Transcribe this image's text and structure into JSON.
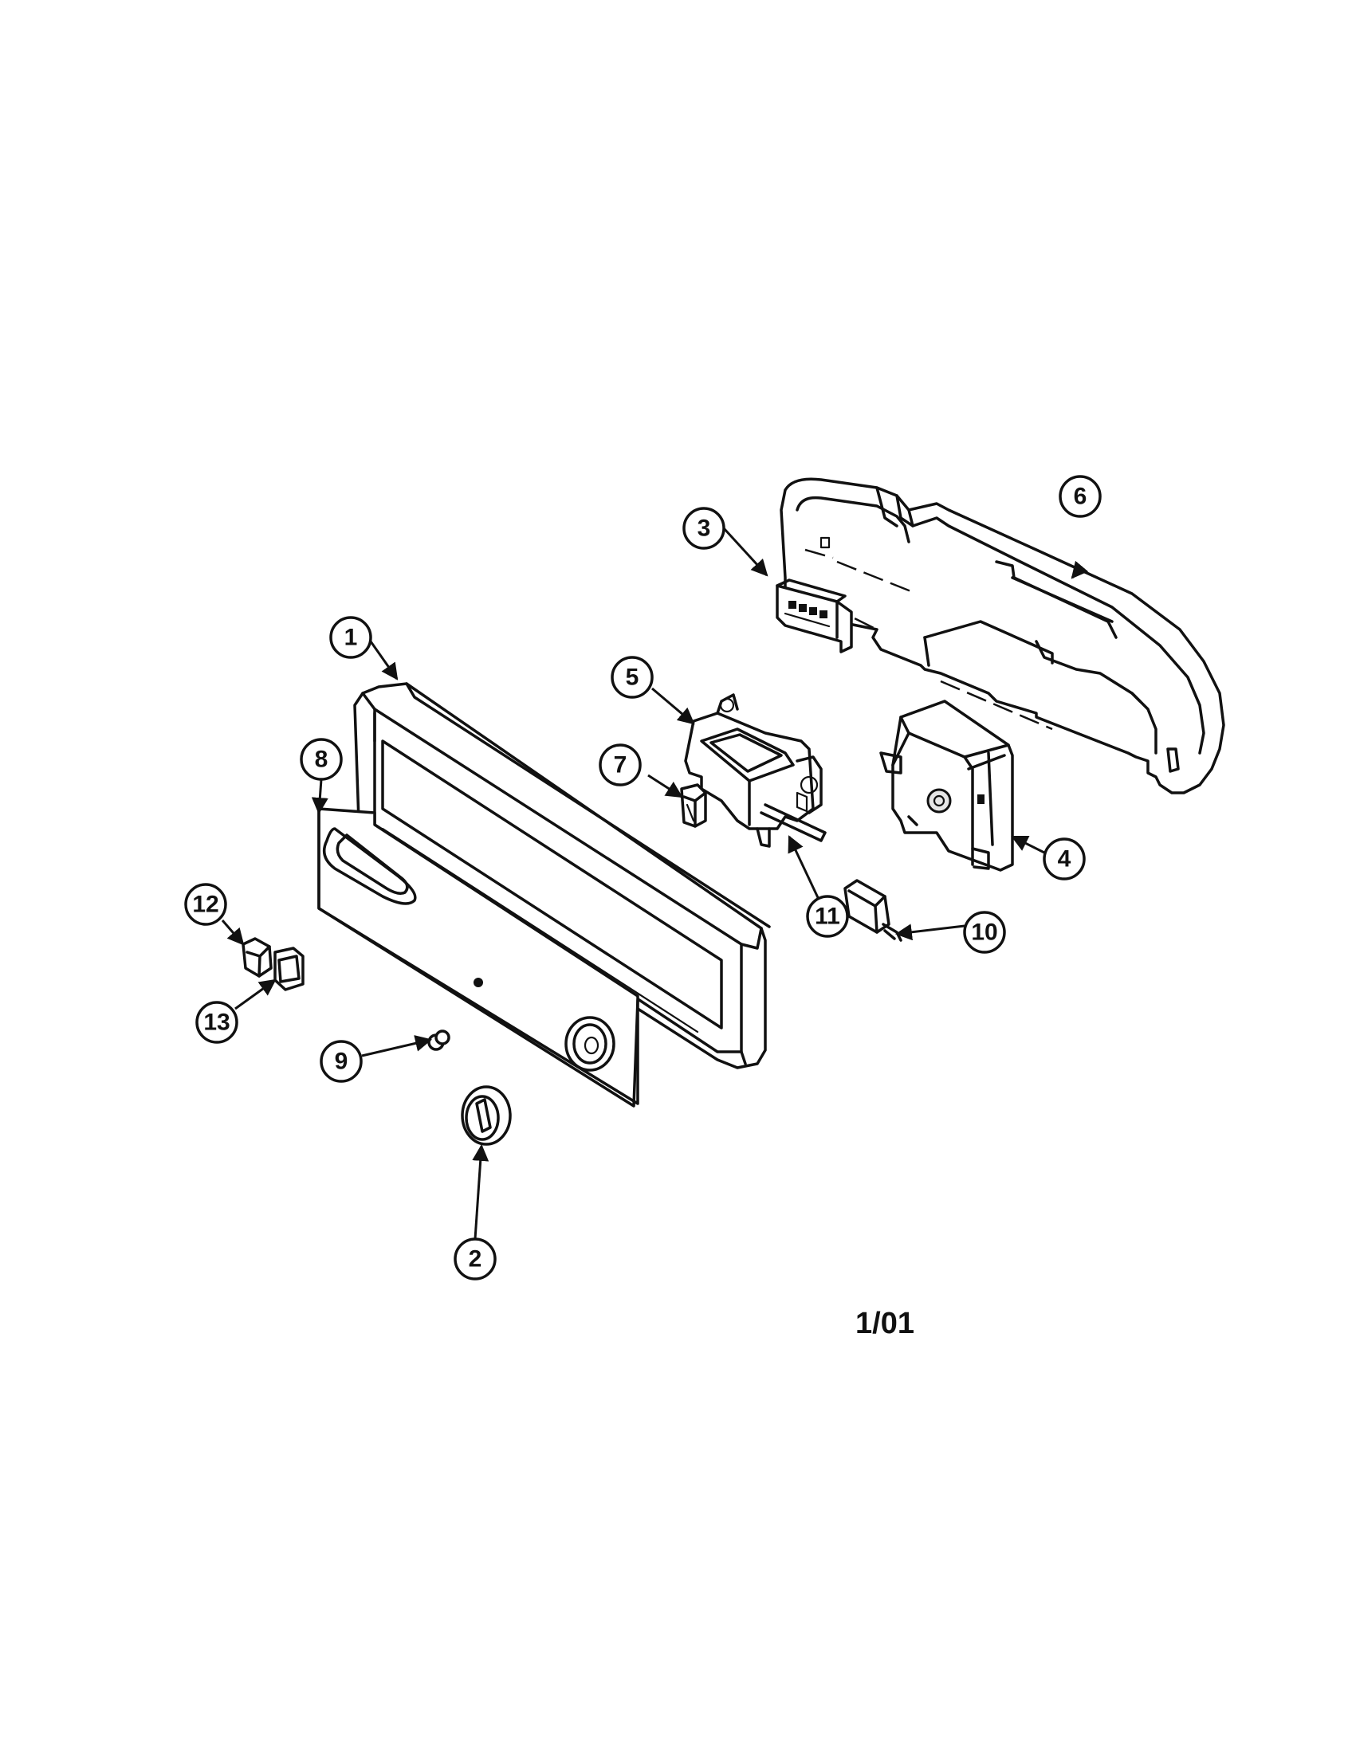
{
  "diagram": {
    "date_code": "1/01",
    "callouts": [
      {
        "id": "callout-1",
        "label": "1"
      },
      {
        "id": "callout-2",
        "label": "2"
      },
      {
        "id": "callout-3",
        "label": "3"
      },
      {
        "id": "callout-4",
        "label": "4"
      },
      {
        "id": "callout-5",
        "label": "5"
      },
      {
        "id": "callout-6",
        "label": "6"
      },
      {
        "id": "callout-7",
        "label": "7"
      },
      {
        "id": "callout-8",
        "label": "8"
      },
      {
        "id": "callout-9",
        "label": "9"
      },
      {
        "id": "callout-10",
        "label": "10"
      },
      {
        "id": "callout-11",
        "label": "11"
      },
      {
        "id": "callout-12",
        "label": "12"
      },
      {
        "id": "callout-13",
        "label": "13"
      }
    ]
  }
}
